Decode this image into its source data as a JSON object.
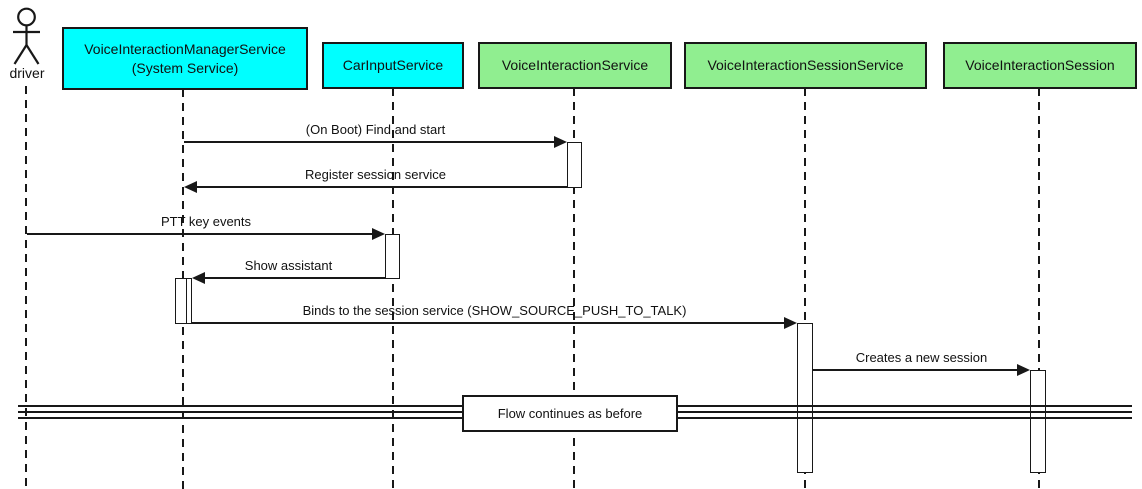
{
  "actor": {
    "name": "driver"
  },
  "participants": [
    {
      "label": "VoiceInteractionManagerService",
      "label_line2": "(System Service)",
      "fill": "#00ffff"
    },
    {
      "label": "CarInputService",
      "fill": "#00ffff"
    },
    {
      "label": "VoiceInteractionService",
      "fill": "#90ee90"
    },
    {
      "label": "VoiceInteractionSessionService",
      "fill": "#90ee90"
    },
    {
      "label": "VoiceInteractionSession",
      "fill": "#90ee90"
    }
  ],
  "messages": [
    {
      "label": "(On Boot) Find and start",
      "from": "VoiceInteractionManagerService",
      "to": "VoiceInteractionService",
      "direction": "right"
    },
    {
      "label": "Register session service",
      "from": "VoiceInteractionService",
      "to": "VoiceInteractionManagerService",
      "direction": "left"
    },
    {
      "label": "PTT key events",
      "from": "driver",
      "to": "CarInputService",
      "direction": "right"
    },
    {
      "label": "Show assistant",
      "from": "CarInputService",
      "to": "VoiceInteractionManagerService",
      "direction": "left"
    },
    {
      "label": "Binds to the session service (SHOW_SOURCE_PUSH_TO_TALK)",
      "from": "VoiceInteractionManagerService",
      "to": "VoiceInteractionSessionService",
      "direction": "right"
    },
    {
      "label": "Creates a new session",
      "from": "VoiceInteractionSessionService",
      "to": "VoiceInteractionSession",
      "direction": "right"
    }
  ],
  "divider": {
    "label": "Flow continues as before"
  },
  "colors": {
    "participant_cyan": "#00ffff",
    "participant_green": "#90ee90",
    "stroke": "#181818",
    "activation_fill": "#ffffff",
    "background": "#ffffff"
  }
}
